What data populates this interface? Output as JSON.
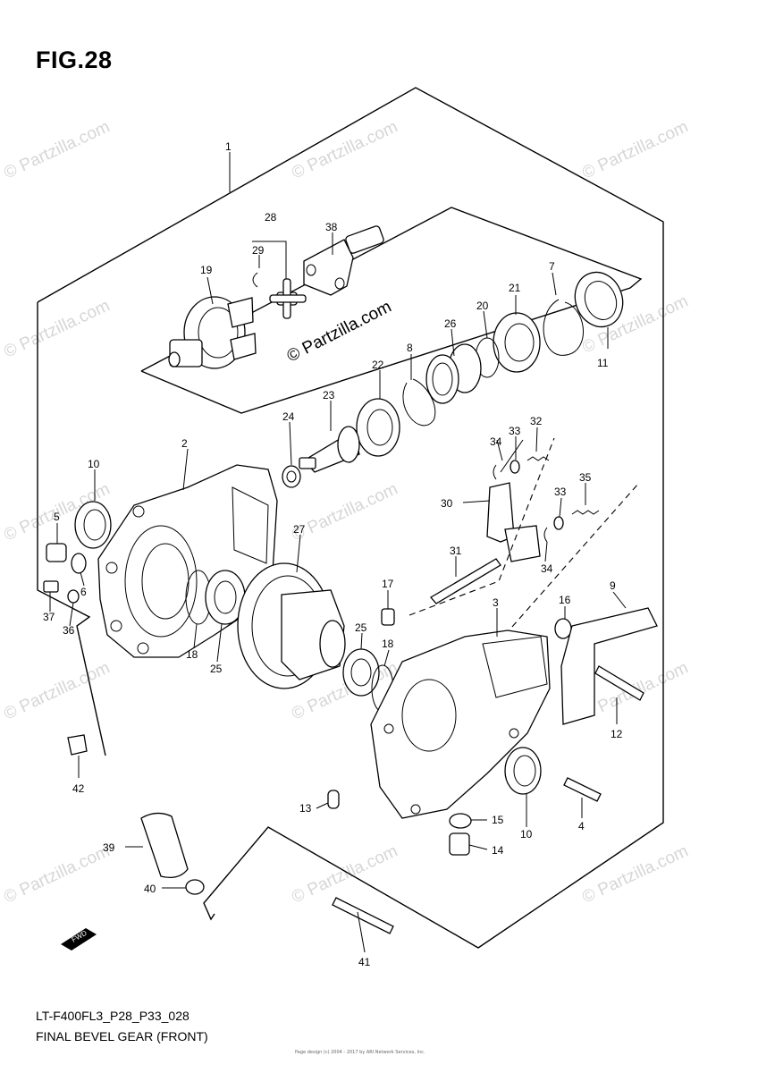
{
  "figure_title": "FIG.28",
  "footer": {
    "code": "LT-F400FL3_P28_P33_028",
    "title": "FINAL BEVEL GEAR (FRONT)"
  },
  "inner_watermark": "© Partzilla.com",
  "watermark_text": "© Partzilla.com",
  "credit_lines": [
    "Page design (c) 2004 - 2017 by ARI Network Services, Inc."
  ],
  "fwd_label": "FWD",
  "callouts": [
    "1",
    "2",
    "3",
    "4",
    "5",
    "6",
    "7",
    "8",
    "9",
    "10",
    "10",
    "11",
    "12",
    "13",
    "14",
    "15",
    "16",
    "17",
    "18",
    "18",
    "19",
    "20",
    "21",
    "22",
    "23",
    "24",
    "25",
    "25",
    "26",
    "27",
    "28",
    "29",
    "30",
    "31",
    "32",
    "33",
    "33",
    "34",
    "34",
    "35",
    "36",
    "37",
    "38",
    "39",
    "40",
    "41",
    "42"
  ]
}
